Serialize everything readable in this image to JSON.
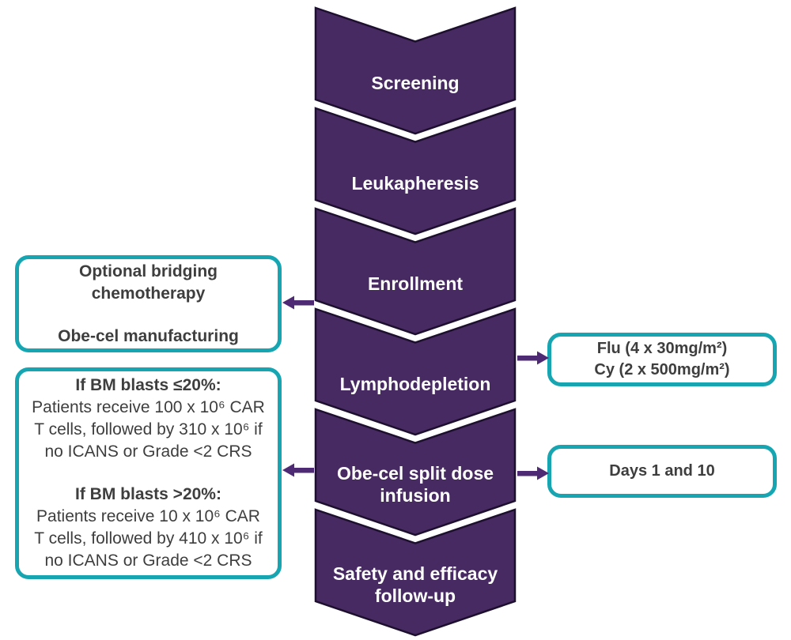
{
  "colors": {
    "chevron": "#472a61",
    "outline": "#1d0f2e",
    "arrow": "#4d2a73",
    "teal": "#17a5b2",
    "text_dark": "#3e3e3e",
    "chevron_text": "#ffffff",
    "background": "#ffffff"
  },
  "chevrons": [
    {
      "label": "Screening"
    },
    {
      "label": "Leukapheresis"
    },
    {
      "label": "Enrollment"
    },
    {
      "label": "Lymphodepletion"
    },
    {
      "label": "Obe-cel split dose infusion"
    },
    {
      "label": "Safety and efficacy follow-up"
    }
  ],
  "left_boxes": {
    "bridging": {
      "line1": "Optional bridging chemotherapy",
      "line2": "Obe-cel manufacturing"
    },
    "dosing": {
      "sections": [
        {
          "heading": "If BM blasts ≤20%:",
          "lines": [
            "Patients receive 100 x 10⁶ CAR",
            "T cells, followed by 310 x 10⁶ if",
            "no ICANS or Grade <2 CRS"
          ]
        },
        {
          "heading": "If BM blasts >20%:",
          "lines": [
            "Patients receive 10 x 10⁶ CAR",
            "T cells, followed by 410 x 10⁶ if",
            "no ICANS or Grade <2 CRS"
          ]
        }
      ]
    }
  },
  "right_boxes": {
    "lymphodepletion_regimen": {
      "line1": "Flu (4 x 30mg/m²)",
      "line2": "Cy (2 x 500mg/m²)"
    },
    "infusion_days": {
      "line1": "Days 1 and 10"
    }
  }
}
